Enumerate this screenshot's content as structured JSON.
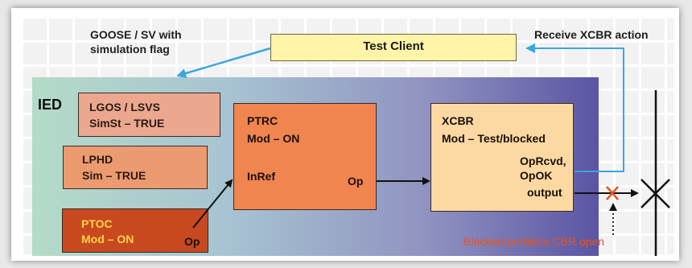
{
  "top_note": {
    "line1": "GOOSE / SV with",
    "line2": "simulation flag"
  },
  "right_note": "Receive XCBR action",
  "test_client": "Test Client",
  "ied_label": "IED",
  "lgos": {
    "title": "LGOS / LSVS",
    "line": "SimSt – TRUE"
  },
  "lphd": {
    "title": "LPHD",
    "line": "Sim – TRUE"
  },
  "ptoc": {
    "title": "PTOC",
    "line": "Mod  – ON",
    "port": "Op"
  },
  "ptrc": {
    "title": "PTRC",
    "line": "Mod  – ON",
    "input": "InRef",
    "output": "Op"
  },
  "xcbr": {
    "title": "XCBR",
    "line": "Mod  – Test/blocked",
    "out1": "OpRcvd,",
    "out2": "OpOK",
    "out3": "output"
  },
  "blocked_note": "Blocked prohibits CBR open",
  "colors": {
    "lgos_fill": "#eba88f",
    "lphd_fill": "#ec9a6f",
    "ptoc_fill": "#c8491f",
    "ptrc_fill": "#f0854f",
    "xcbr_fill": "#fcd9a3",
    "test_client_fill": "#fff4a8",
    "link_blue": "#3aa6e0",
    "block_red": "#e8541e"
  }
}
